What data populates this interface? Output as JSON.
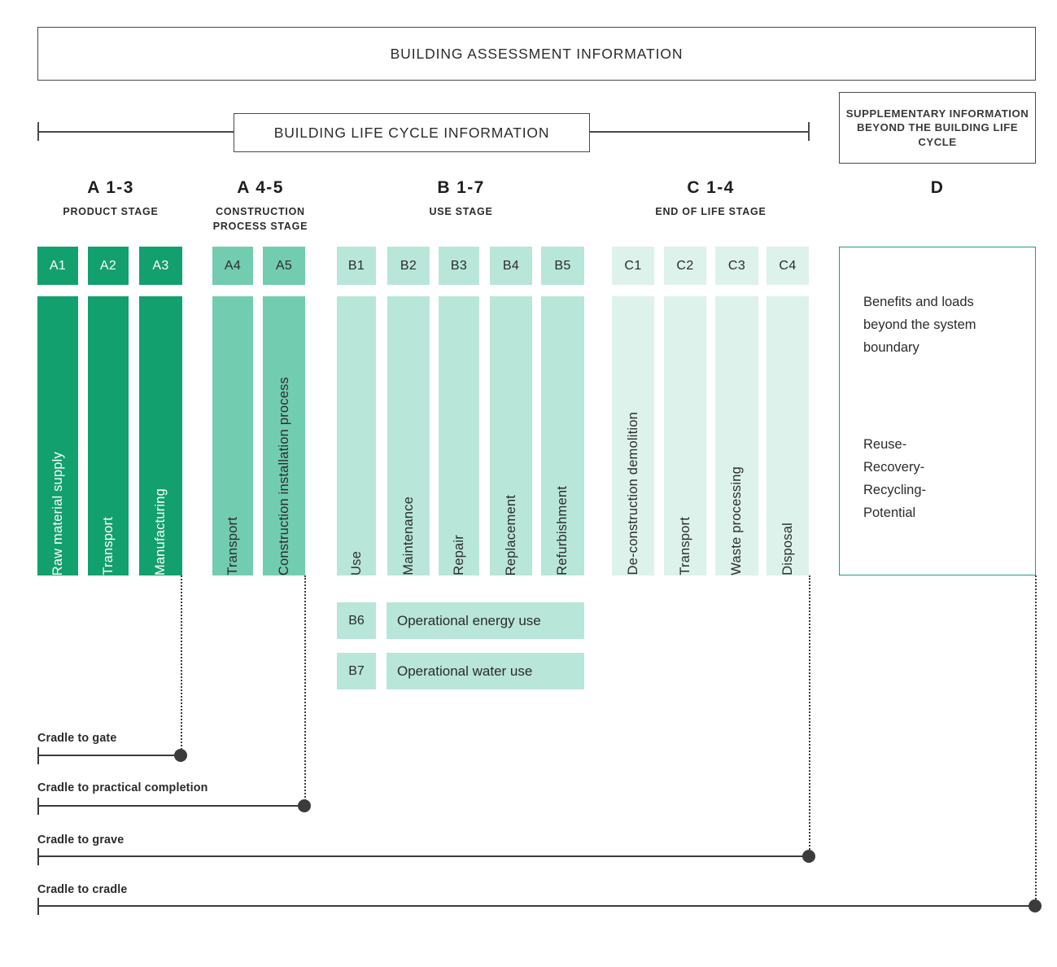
{
  "banner": {
    "title": "BUILDING ASSESSMENT INFORMATION"
  },
  "lifecycle_bracket": {
    "label": "BUILDING LIFE CYCLE INFORMATION"
  },
  "supplementary": {
    "label": "SUPPLEMENTARY INFORMATION BEYOND THE BUILDING LIFE CYCLE"
  },
  "stages": [
    {
      "code": "A 1-3",
      "name": "PRODUCT STAGE"
    },
    {
      "code": "A 4-5",
      "name": "CONSTRUCTION PROCESS STAGE"
    },
    {
      "code": "B 1-7",
      "name": "USE STAGE"
    },
    {
      "code": "C 1-4",
      "name": "END OF LIFE STAGE"
    },
    {
      "code": "D",
      "name": ""
    }
  ],
  "modules": [
    {
      "code": "A1",
      "label": "Raw material supply",
      "tone": "a"
    },
    {
      "code": "A2",
      "label": "Transport",
      "tone": "a"
    },
    {
      "code": "A3",
      "label": "Manufacturing",
      "tone": "a"
    },
    {
      "code": "A4",
      "label": "Transport",
      "tone": "a45"
    },
    {
      "code": "A5",
      "label": "Construction installation process",
      "tone": "a45"
    },
    {
      "code": "B1",
      "label": "Use",
      "tone": "b"
    },
    {
      "code": "B2",
      "label": "Maintenance",
      "tone": "b"
    },
    {
      "code": "B3",
      "label": "Repair",
      "tone": "b"
    },
    {
      "code": "B4",
      "label": "Replacement",
      "tone": "b"
    },
    {
      "code": "B5",
      "label": "Refurbishment",
      "tone": "b"
    },
    {
      "code": "C1",
      "label": "De-construction demolition",
      "tone": "c"
    },
    {
      "code": "C2",
      "label": "Transport",
      "tone": "c"
    },
    {
      "code": "C3",
      "label": "Waste processing",
      "tone": "c"
    },
    {
      "code": "C4",
      "label": "Disposal",
      "tone": "c"
    }
  ],
  "operational_rows": [
    {
      "code": "B6",
      "label": "Operational energy use"
    },
    {
      "code": "B7",
      "label": "Operational water use"
    }
  ],
  "d_panel": {
    "heading": "Benefits and loads beyond the system boundary",
    "detail": "Reuse-\nRecovery-\nRecycling-\nPotential"
  },
  "timelines": [
    {
      "label": "Cradle to gate"
    },
    {
      "label": "Cradle to practical completion"
    },
    {
      "label": "Cradle to grave"
    },
    {
      "label": "Cradle to cradle"
    }
  ],
  "colors": {
    "tone_a": "#13a06f",
    "tone_a45": "#72ccb0",
    "tone_b": "#b8e6d8",
    "tone_c": "#dcf2ea",
    "d_border": "#1f9e76",
    "outline": "#4a4a4a",
    "rule": "#3b3b3b"
  }
}
